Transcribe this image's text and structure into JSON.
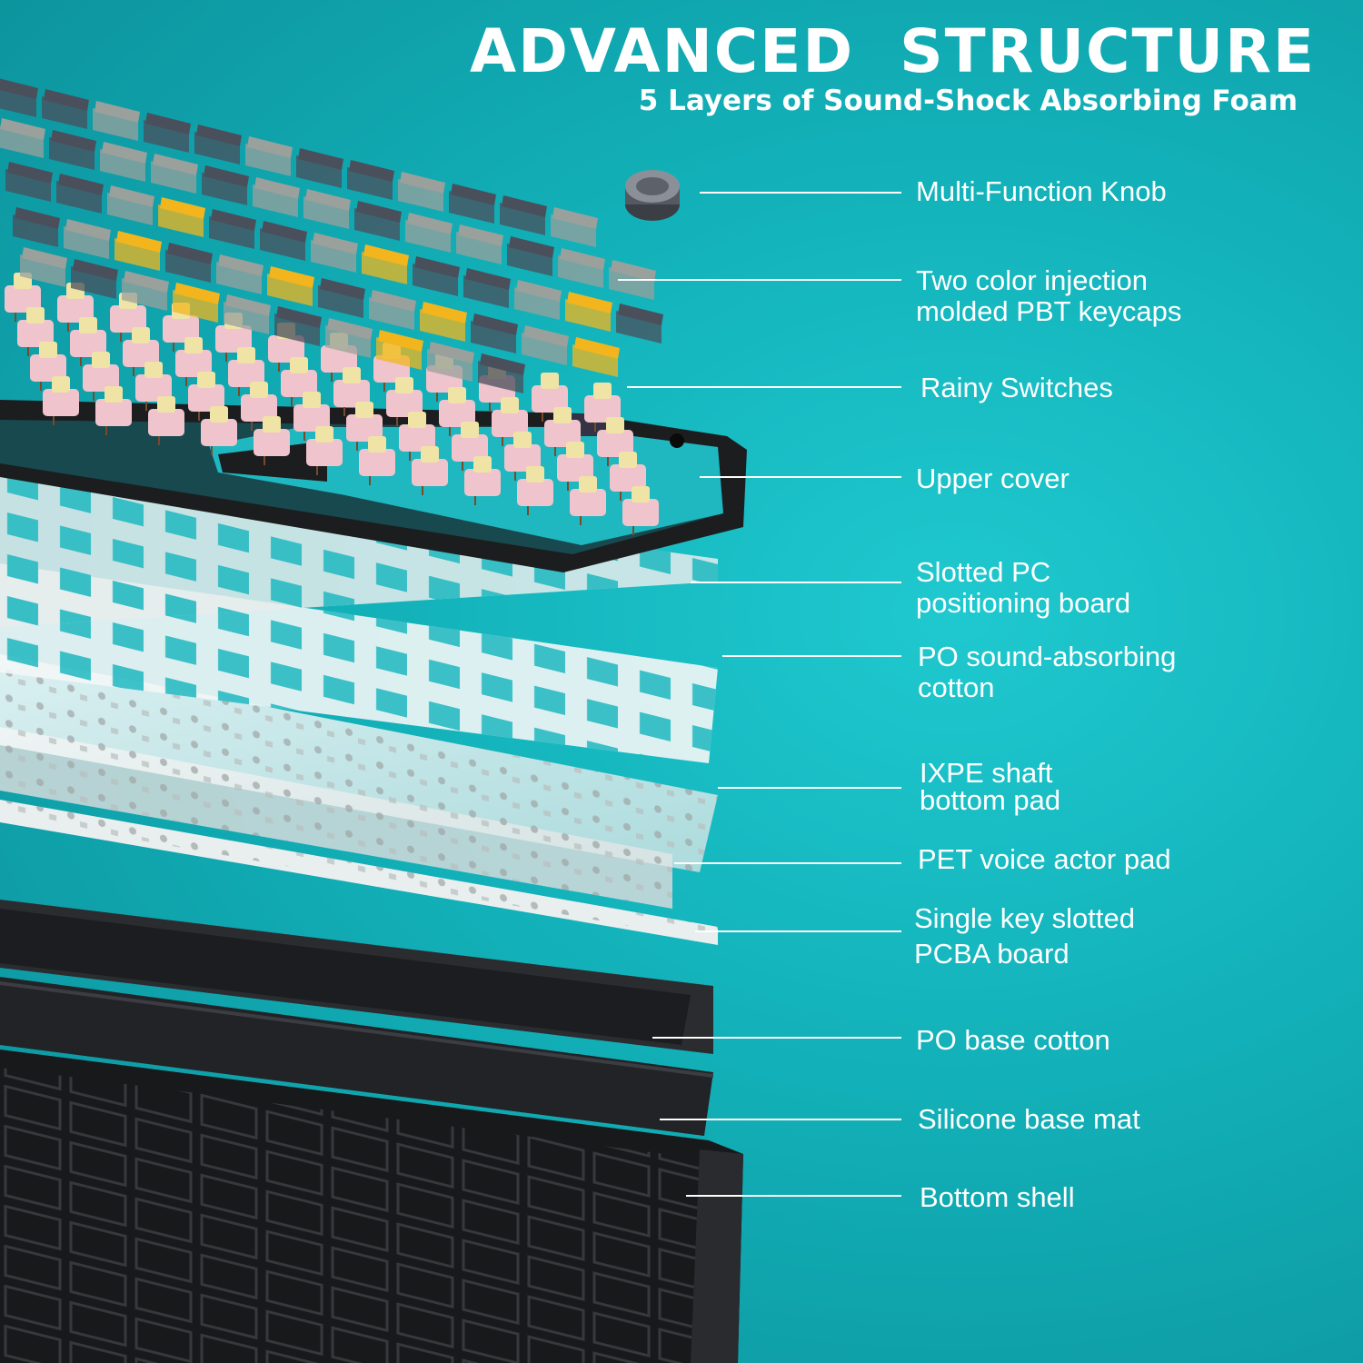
{
  "header": {
    "title": "ADVANCED  STRUCTURE",
    "subtitle": "5 Layers of Sound-Shock Absorbing Foam"
  },
  "layers": [
    {
      "id": "knob",
      "lines": [
        "Multi-Function Knob"
      ]
    },
    {
      "id": "keycaps",
      "lines": [
        "Two color injection",
        "molded PBT keycaps"
      ]
    },
    {
      "id": "switches",
      "lines": [
        "Rainy Switches"
      ]
    },
    {
      "id": "upper-cover",
      "lines": [
        "Upper cover"
      ]
    },
    {
      "id": "pc-board",
      "lines": [
        "Slotted PC",
        "positioning board"
      ]
    },
    {
      "id": "po-cotton",
      "lines": [
        "PO sound-absorbing",
        "cotton"
      ]
    },
    {
      "id": "ixpe-pad",
      "lines": [
        "IXPE shaft",
        "bottom pad"
      ]
    },
    {
      "id": "pet-pad",
      "lines": [
        "PET voice actor pad"
      ]
    },
    {
      "id": "pcba",
      "lines": [
        "Single key slotted",
        "PCBA board"
      ]
    },
    {
      "id": "base-cotton",
      "lines": [
        "PO base cotton"
      ]
    },
    {
      "id": "silicone-mat",
      "lines": [
        "Silicone base mat"
      ]
    },
    {
      "id": "bottom-shell",
      "lines": [
        "Bottom shell"
      ]
    }
  ],
  "colors": {
    "background": "#14b4bc",
    "keycap_dark": "#4a4f5c",
    "keycap_gray": "#9aa09c",
    "keycap_yellow": "#f2b51e",
    "switch_pink": "#f0c4cc",
    "switch_stem": "#efe3a6",
    "plate_white": "#eef1f1",
    "frame_black": "#1c1d1f"
  }
}
